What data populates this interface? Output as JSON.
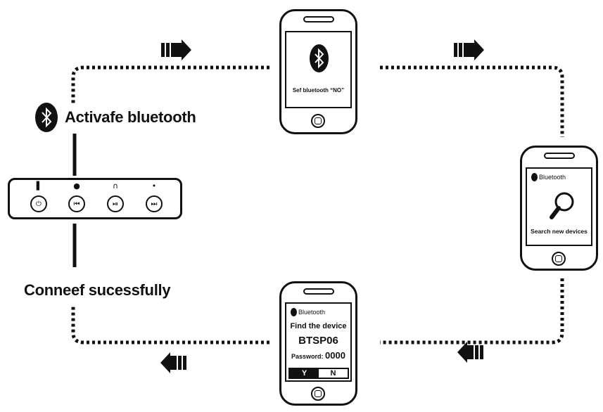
{
  "labels": {
    "activate": "Activafe bluetooth",
    "connected": "Conneef sucessfully"
  },
  "phone1": {
    "text": "Sef bluetooth “NO”"
  },
  "phone2": {
    "header": "Bluetooth",
    "text": "Search new devices"
  },
  "phone3": {
    "header": "Bluetooth",
    "find": "Find the device",
    "device": "BTSP06",
    "password_label": "Password:",
    "password": "0000",
    "yes": "Y",
    "no": "N"
  },
  "control_panel": {
    "buttons": [
      {
        "icon": "power-icon",
        "glyph": "⏻"
      },
      {
        "icon": "previous-icon",
        "glyph": "⏮"
      },
      {
        "icon": "play-pause-icon",
        "glyph": "⏯"
      },
      {
        "icon": "next-icon",
        "glyph": "⏭"
      }
    ],
    "indicators": [
      {
        "icon": "power-indicator-icon",
        "glyph": "▌"
      },
      {
        "icon": "led-indicator-icon",
        "glyph": "●"
      },
      {
        "icon": "headphone-indicator-icon",
        "glyph": "∩"
      },
      {
        "icon": "signal-indicator-icon",
        "glyph": "•"
      }
    ]
  },
  "colors": {
    "ink": "#111111",
    "background": "#ffffff"
  }
}
